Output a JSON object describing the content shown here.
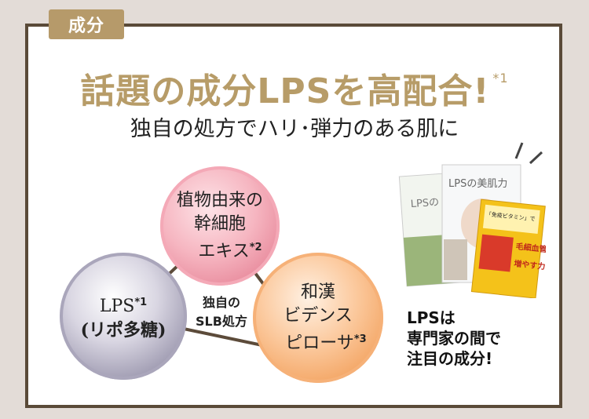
{
  "badge": "成分",
  "headline": {
    "text": "話題の成分LPSを高配合!",
    "note": "*1"
  },
  "subhead": "独自の処方でハリ･弾力のある肌に",
  "circles": {
    "top": {
      "lines": [
        "植物由来の",
        "幹細胞",
        "エキス"
      ],
      "note": "*2"
    },
    "left": {
      "lines": [
        "LPS",
        "(リポ多糖)"
      ],
      "note": "*1"
    },
    "right": {
      "lines": [
        "和漢",
        "ビデンス",
        "ピローサ"
      ],
      "note": "*3"
    }
  },
  "center": {
    "lines": [
      "独自の",
      "SLB処方"
    ]
  },
  "books": {
    "main_title": "LPSの美肌力",
    "back_title": "LPSの",
    "front_lines": [
      "「免疫ビタミン」で",
      "毛細血管",
      "増やす力"
    ]
  },
  "caption": {
    "lines": [
      "LPSは",
      "専門家の間で",
      "注目の成分!"
    ]
  },
  "colors": {
    "gold": "#b79c68",
    "frame": "#5a4a38",
    "background": "#e3dcd7"
  }
}
